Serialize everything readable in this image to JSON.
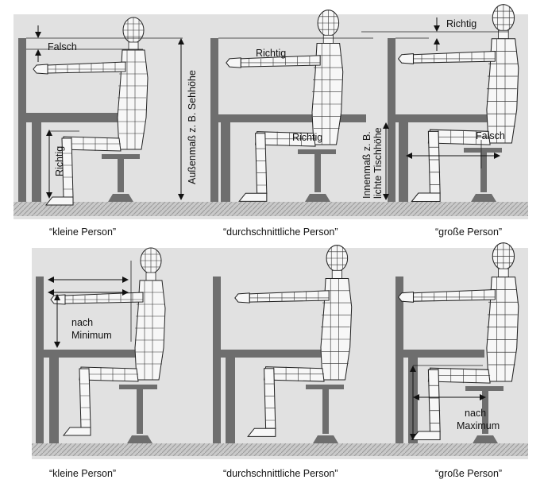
{
  "top_row": {
    "captions": [
      "“kleine Person”",
      "“durchschnittliche Person”",
      "“große Person”"
    ],
    "panel1": {
      "label_falsch": "Falsch",
      "label_richtig_vertical": "Richtig",
      "dim_vertical": "Außenmaß z. B. Sehhöhe"
    },
    "panel2": {
      "label_richtig_top": "Richtig",
      "label_richtig_bottom": "Richtig"
    },
    "panel3": {
      "label_richtig": "Richtig",
      "label_falsch": "Falsch",
      "dim_vertical_line1": "Innenmaß z. B.",
      "dim_vertical_line2": "lichte Tischhöhe"
    }
  },
  "bottom_row": {
    "captions": [
      "“kleine Person”",
      "“durchschnittliche Person”",
      "“große Person”"
    ],
    "panel1": {
      "label_line1": "nach",
      "label_line2": "Minimum"
    },
    "panel3": {
      "label_line1": "nach",
      "label_line2": "Maximum"
    }
  },
  "colors": {
    "panel_bg": "#e1e1e1",
    "furniture": "#6e6e6e",
    "figure_fill": "#f7f7f7",
    "figure_line": "#222222",
    "floor": "#c4c4c4"
  }
}
